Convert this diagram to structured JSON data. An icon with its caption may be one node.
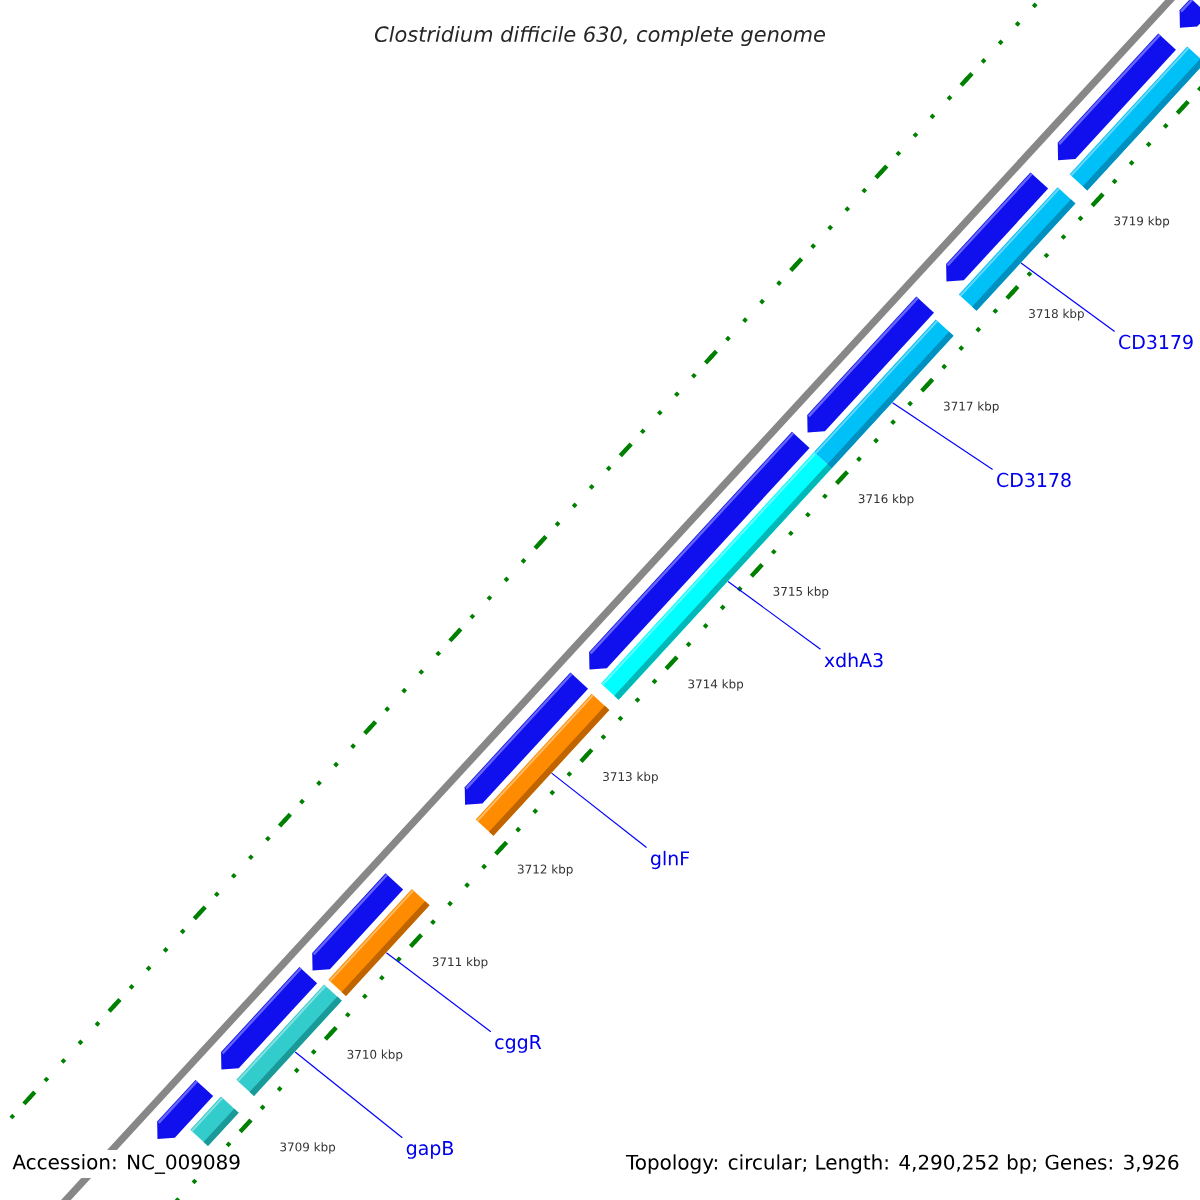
{
  "diagram": {
    "title": "Clostridium difficile 630, complete genome",
    "nodes": [
      {
        "text": [
          "gapB"
        ]
      },
      {
        "text": [
          "cggR"
        ]
      },
      {
        "text": [
          "glnF"
        ]
      },
      {
        "text": [
          "xdhA3"
        ]
      },
      {
        "text": [
          "CD3178"
        ]
      },
      {
        "text": [
          "CD3179"
        ]
      },
      {
        "text": [],
        "shape": "arrow"
      },
      {
        "text": [],
        "shape": "bar"
      },
      {
        "text": [],
        "shape": "arrow"
      },
      {
        "text": [],
        "shape": "bar"
      },
      {
        "text": [],
        "shape": "arrow"
      },
      {
        "text": [],
        "shape": "bar"
      },
      {
        "text": [],
        "shape": "arrow"
      },
      {
        "text": [],
        "shape": "bar"
      },
      {
        "text": [],
        "shape": "arrow"
      },
      {
        "text": [],
        "shape": "bar"
      },
      {
        "text": [],
        "shape": "arrow"
      },
      {
        "text": [],
        "shape": "bar"
      },
      {
        "text": [],
        "shape": "arrow"
      },
      {
        "text": [],
        "shape": "bar"
      },
      {
        "text": [],
        "shape": "arrow"
      },
      {
        "text": [],
        "shape": "bar"
      },
      {
        "text": [],
        "shape": "arrow"
      }
    ],
    "edges": [
      {
        "from": 0,
        "to": 9,
        "arrow": "none"
      },
      {
        "from": 1,
        "to": 11,
        "arrow": "none"
      },
      {
        "from": 2,
        "to": 13,
        "arrow": "none"
      },
      {
        "from": 3,
        "to": 15,
        "arrow": "none"
      },
      {
        "from": 4,
        "to": 17,
        "arrow": "none"
      },
      {
        "from": 5,
        "to": 19,
        "arrow": "none"
      }
    ],
    "labels": [
      "3709 kbp",
      "3710 kbp",
      "3711 kbp",
      "3712 kbp",
      "3713 kbp",
      "3714 kbp",
      "3715 kbp",
      "3716 kbp",
      "3717 kbp",
      "3718 kbp",
      "3719 kbp",
      "Accession: NC_009089",
      "Topology: circular; Length: 4,290,252 bp; Genes: 3,926"
    ]
  }
}
